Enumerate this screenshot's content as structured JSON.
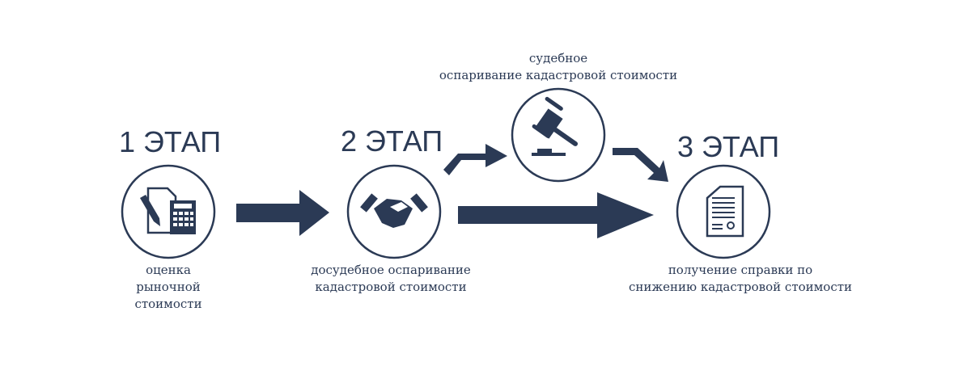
{
  "color": "#2b3a55",
  "stages": [
    {
      "title": "1 ЭТАП",
      "icon": "calculator-document-icon",
      "label": [
        "оценка",
        "рыночной",
        "стоимости"
      ]
    },
    {
      "title": "2 ЭТАП",
      "icon": "handshake-icon",
      "label": [
        "досудебное оспаривание",
        "кадастровой стоимости"
      ]
    },
    {
      "title": "3 ЭТАП",
      "icon": "certificate-document-icon",
      "label": [
        "получение справки по",
        "снижению кадастровой стоимости"
      ]
    }
  ],
  "court": {
    "icon": "gavel-icon",
    "label": [
      "судебное",
      "оспаривание кадастровой стоимости"
    ]
  }
}
